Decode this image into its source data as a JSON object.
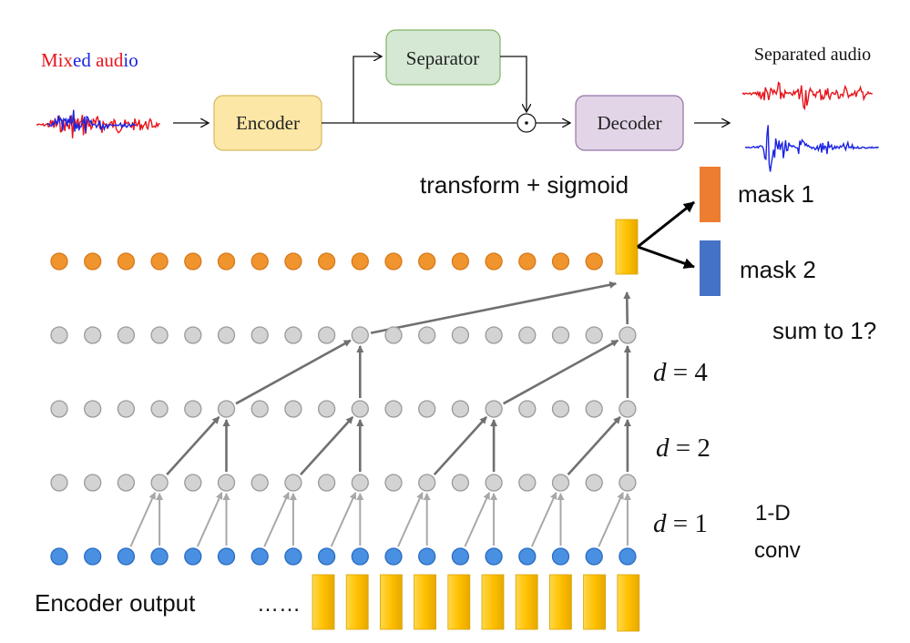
{
  "pipeline": {
    "input_label_parts": [
      "Mix",
      "ed",
      " aud",
      "io"
    ],
    "encoder": "Encoder",
    "separator": "Separator",
    "multiply_symbol": "⊙",
    "decoder": "Decoder",
    "output_label": "Separated audio"
  },
  "tcn": {
    "transform_label": "transform + sigmoid",
    "mask1": "mask 1",
    "mask2": "mask 2",
    "sum_question": "sum to 1?",
    "dilations": [
      {
        "d": "d",
        "eq": " = 4"
      },
      {
        "d": "d",
        "eq": " = 2"
      },
      {
        "d": "d",
        "eq": " = 1"
      }
    ],
    "conv_label_line1": "1-D",
    "conv_label_line2": "conv",
    "encoder_output_label": "Encoder output",
    "ellipsis": "……"
  },
  "colors": {
    "mix_red": "#e8141b",
    "mix_blue": "#1a23e0",
    "encoder_fill": "#fce7a6",
    "encoder_stroke": "#d7b85c",
    "separator_fill": "#d5e8d4",
    "separator_stroke": "#82b366",
    "decoder_fill": "#e1d5e7",
    "decoder_stroke": "#9673a6",
    "node_orange": "#f0952e",
    "node_gray": "#d3d3d3",
    "node_blue": "#4a90e2",
    "mask1_color": "#ed7d31",
    "mask2_color": "#4472c4",
    "frame_yellow": "#ffc000",
    "arrow_gray": "#707070"
  }
}
